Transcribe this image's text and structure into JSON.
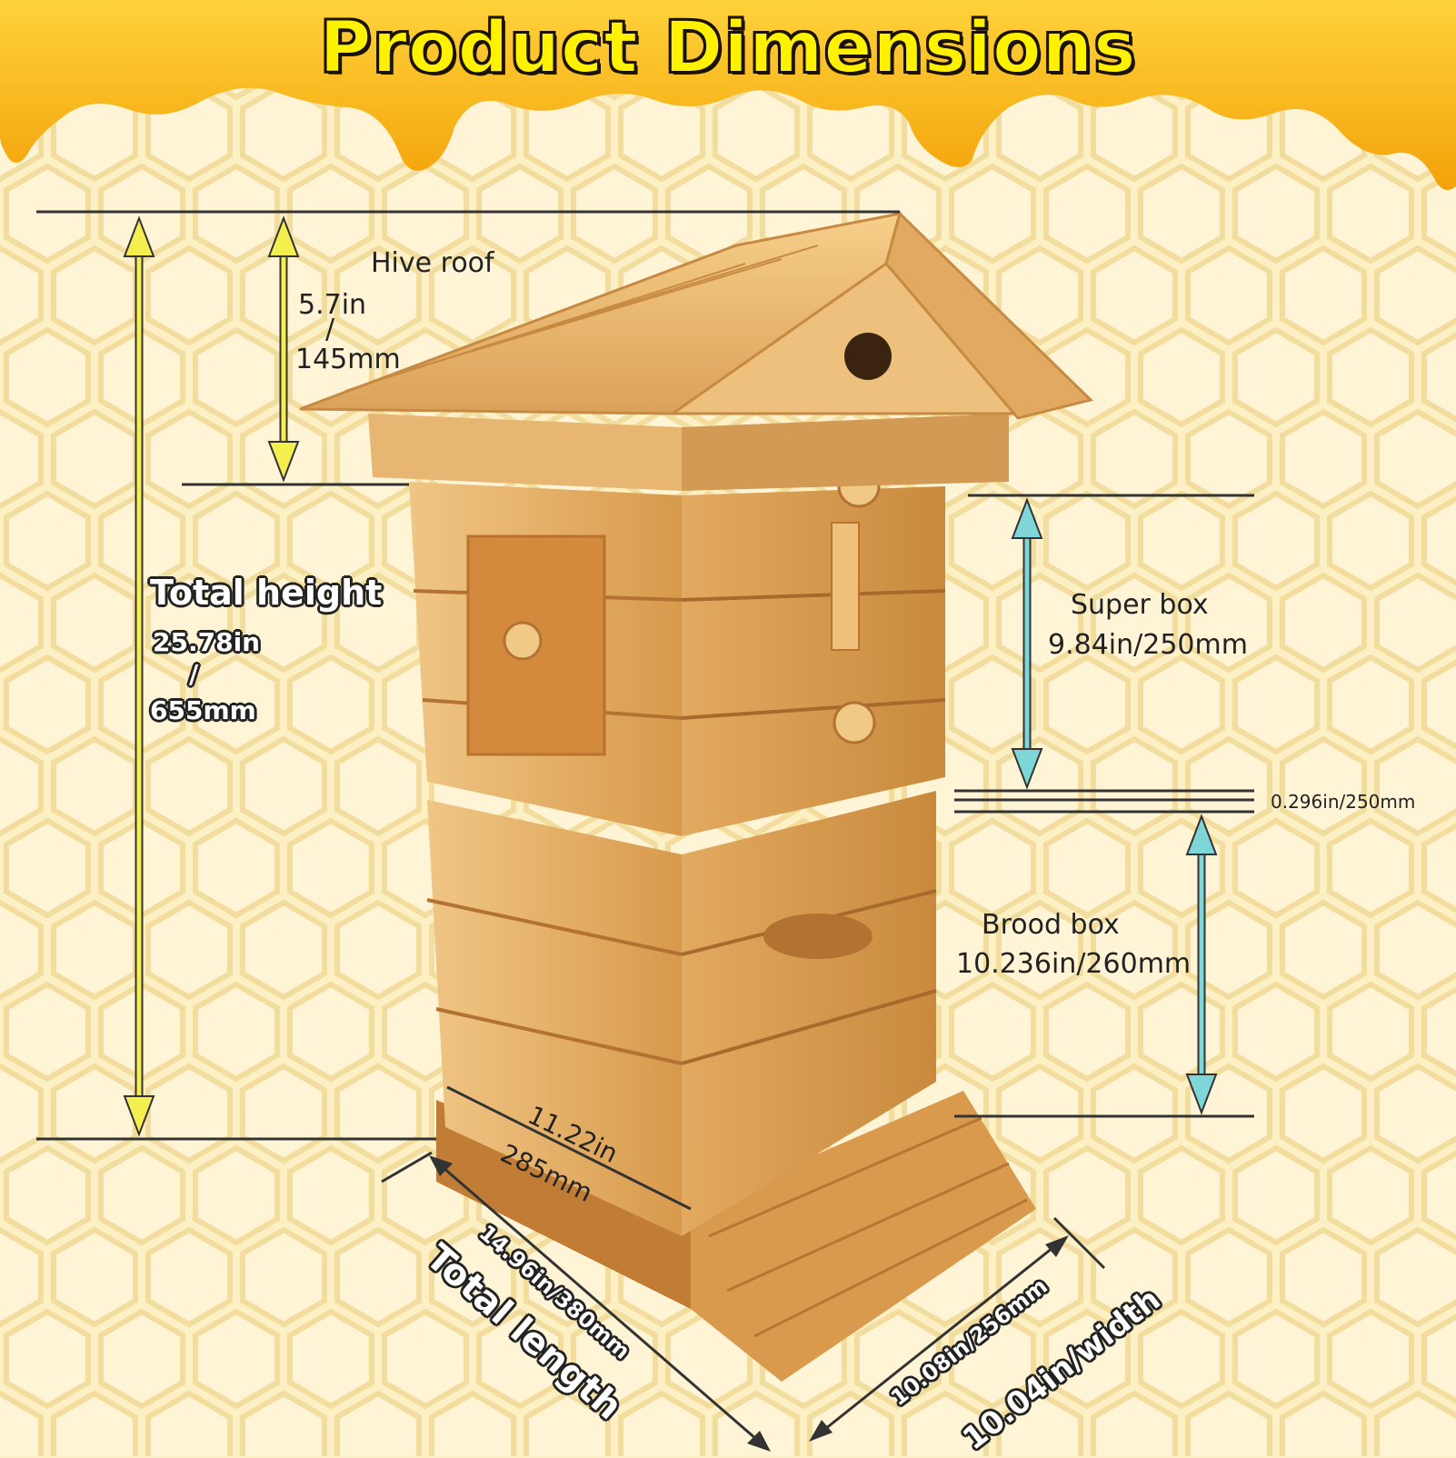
{
  "header": {
    "title": "Product Dimensions"
  },
  "dimensions": {
    "hive_roof": {
      "label": "Hive roof",
      "inch": "5.7in",
      "sep": "/",
      "mm": "145mm"
    },
    "total_height": {
      "label": "Total height",
      "inch": "25.78in",
      "sep": "/",
      "mm": "655mm"
    },
    "super_box": {
      "label": "Super box",
      "value": "9.84in/250mm"
    },
    "gap": {
      "value": "0.296in/250mm"
    },
    "brood_box": {
      "label": "Brood box",
      "value": "10.236in/260mm"
    },
    "base_length": {
      "inch": "11.22in",
      "mm": "285mm"
    },
    "total_length": {
      "value": "14.96in/380mm",
      "label": "Total length"
    },
    "total_width": {
      "value": "10.08in/256mm",
      "label": "10.04in/width"
    }
  },
  "colors": {
    "background": "#fdf0c4",
    "honey": "#f7b10e",
    "title_fill": "#fff200",
    "yellow_arrow": "#f4ee4e",
    "cyan_arrow": "#7fd6d8",
    "wood_light": "#e9b872",
    "wood_dark": "#c98a3d"
  }
}
